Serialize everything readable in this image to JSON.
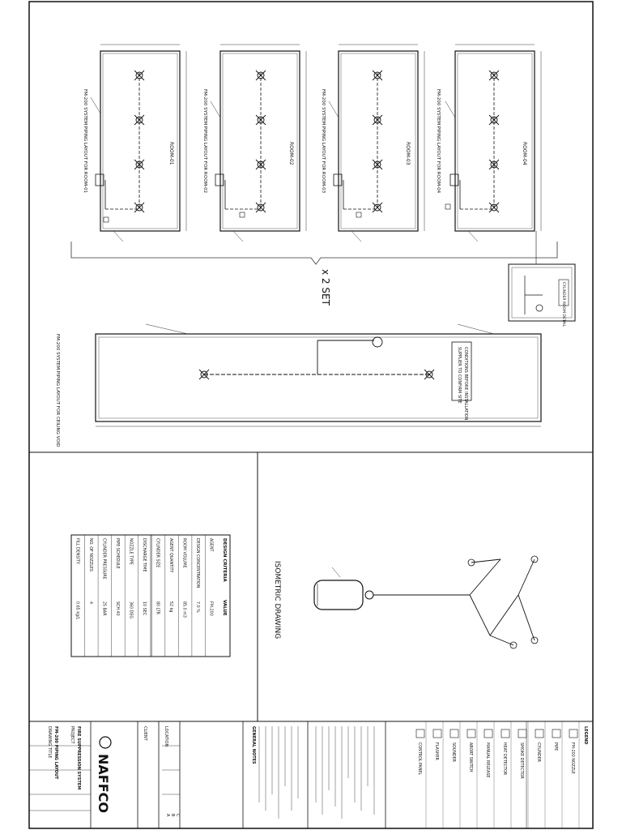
{
  "sheet": {
    "set_count_label": "x 2 SET",
    "isometric_title": "ISOMETRIC DRAWING"
  },
  "plans": [
    {
      "room_label": "ROOM-01",
      "system_label": "FM-200 SYSTEM PIPING LAYOUT FOR ROOM-01"
    },
    {
      "room_label": "ROOM-02",
      "system_label": "FM-200 SYSTEM PIPING LAYOUT FOR ROOM-02"
    },
    {
      "room_label": "ROOM-03",
      "system_label": "FM-200 SYSTEM PIPING LAYOUT FOR ROOM-03"
    },
    {
      "room_label": "ROOM-04",
      "system_label": "FM-200 SYSTEM PIPING LAYOUT FOR ROOM-04"
    }
  ],
  "lower_plan": {
    "title": "FM-200 SYSTEM PIPING LAYOUT FOR CEILING VOID",
    "note_line1": "SUPPLIER TO CONFIRM SITE",
    "note_line2": "CONDITIONS BEFORE INSTALLATION",
    "enlarged_label": "CYLINDER ROOM DETAIL"
  },
  "design_table": {
    "header_left": "DESIGN CRITERIA",
    "header_right": "VALUE",
    "rows": [
      [
        "AGENT",
        "FM-200"
      ],
      [
        "DESIGN CONCENTRATION",
        "7.0 %"
      ],
      [
        "ROOM VOLUME",
        "85.0 m3"
      ],
      [
        "AGENT QUANTITY",
        "52 kg"
      ],
      [
        "CYLINDER SIZE",
        "80 LTR"
      ],
      [
        "DISCHARGE TIME",
        "10 SEC"
      ],
      [
        "NOZZLE TYPE",
        "360 DEG"
      ],
      [
        "PIPE SCHEDULE",
        "SCH 40"
      ],
      [
        "CYLINDER PRESSURE",
        "25 BAR"
      ],
      [
        "NO. OF NOZZLES",
        "4"
      ],
      [
        "FILL DENSITY",
        "0.65 kg/L"
      ]
    ]
  },
  "title_block": {
    "company": "NAFFCO",
    "project_label": "PROJECT",
    "project": "FIRE SUPPRESSION SYSTEM",
    "drawing_label": "DRAWING TITLE",
    "drawing": "FM-200 PIPING LAYOUT",
    "client_label": "CLIENT",
    "location_label": "LOCATION",
    "revisions": [
      "A",
      "B",
      "C"
    ],
    "notes_title": "GENERAL NOTES",
    "legend_title": "LEGEND",
    "legend_items": [
      "FM-200 NOZZLE",
      "PIPE",
      "CYLINDER",
      "SMOKE DETECTOR",
      "HEAT DETECTOR",
      "MANUAL RELEASE",
      "ABORT SWITCH",
      "SOUNDER",
      "FLASHER",
      "CONTROL PANEL"
    ]
  }
}
